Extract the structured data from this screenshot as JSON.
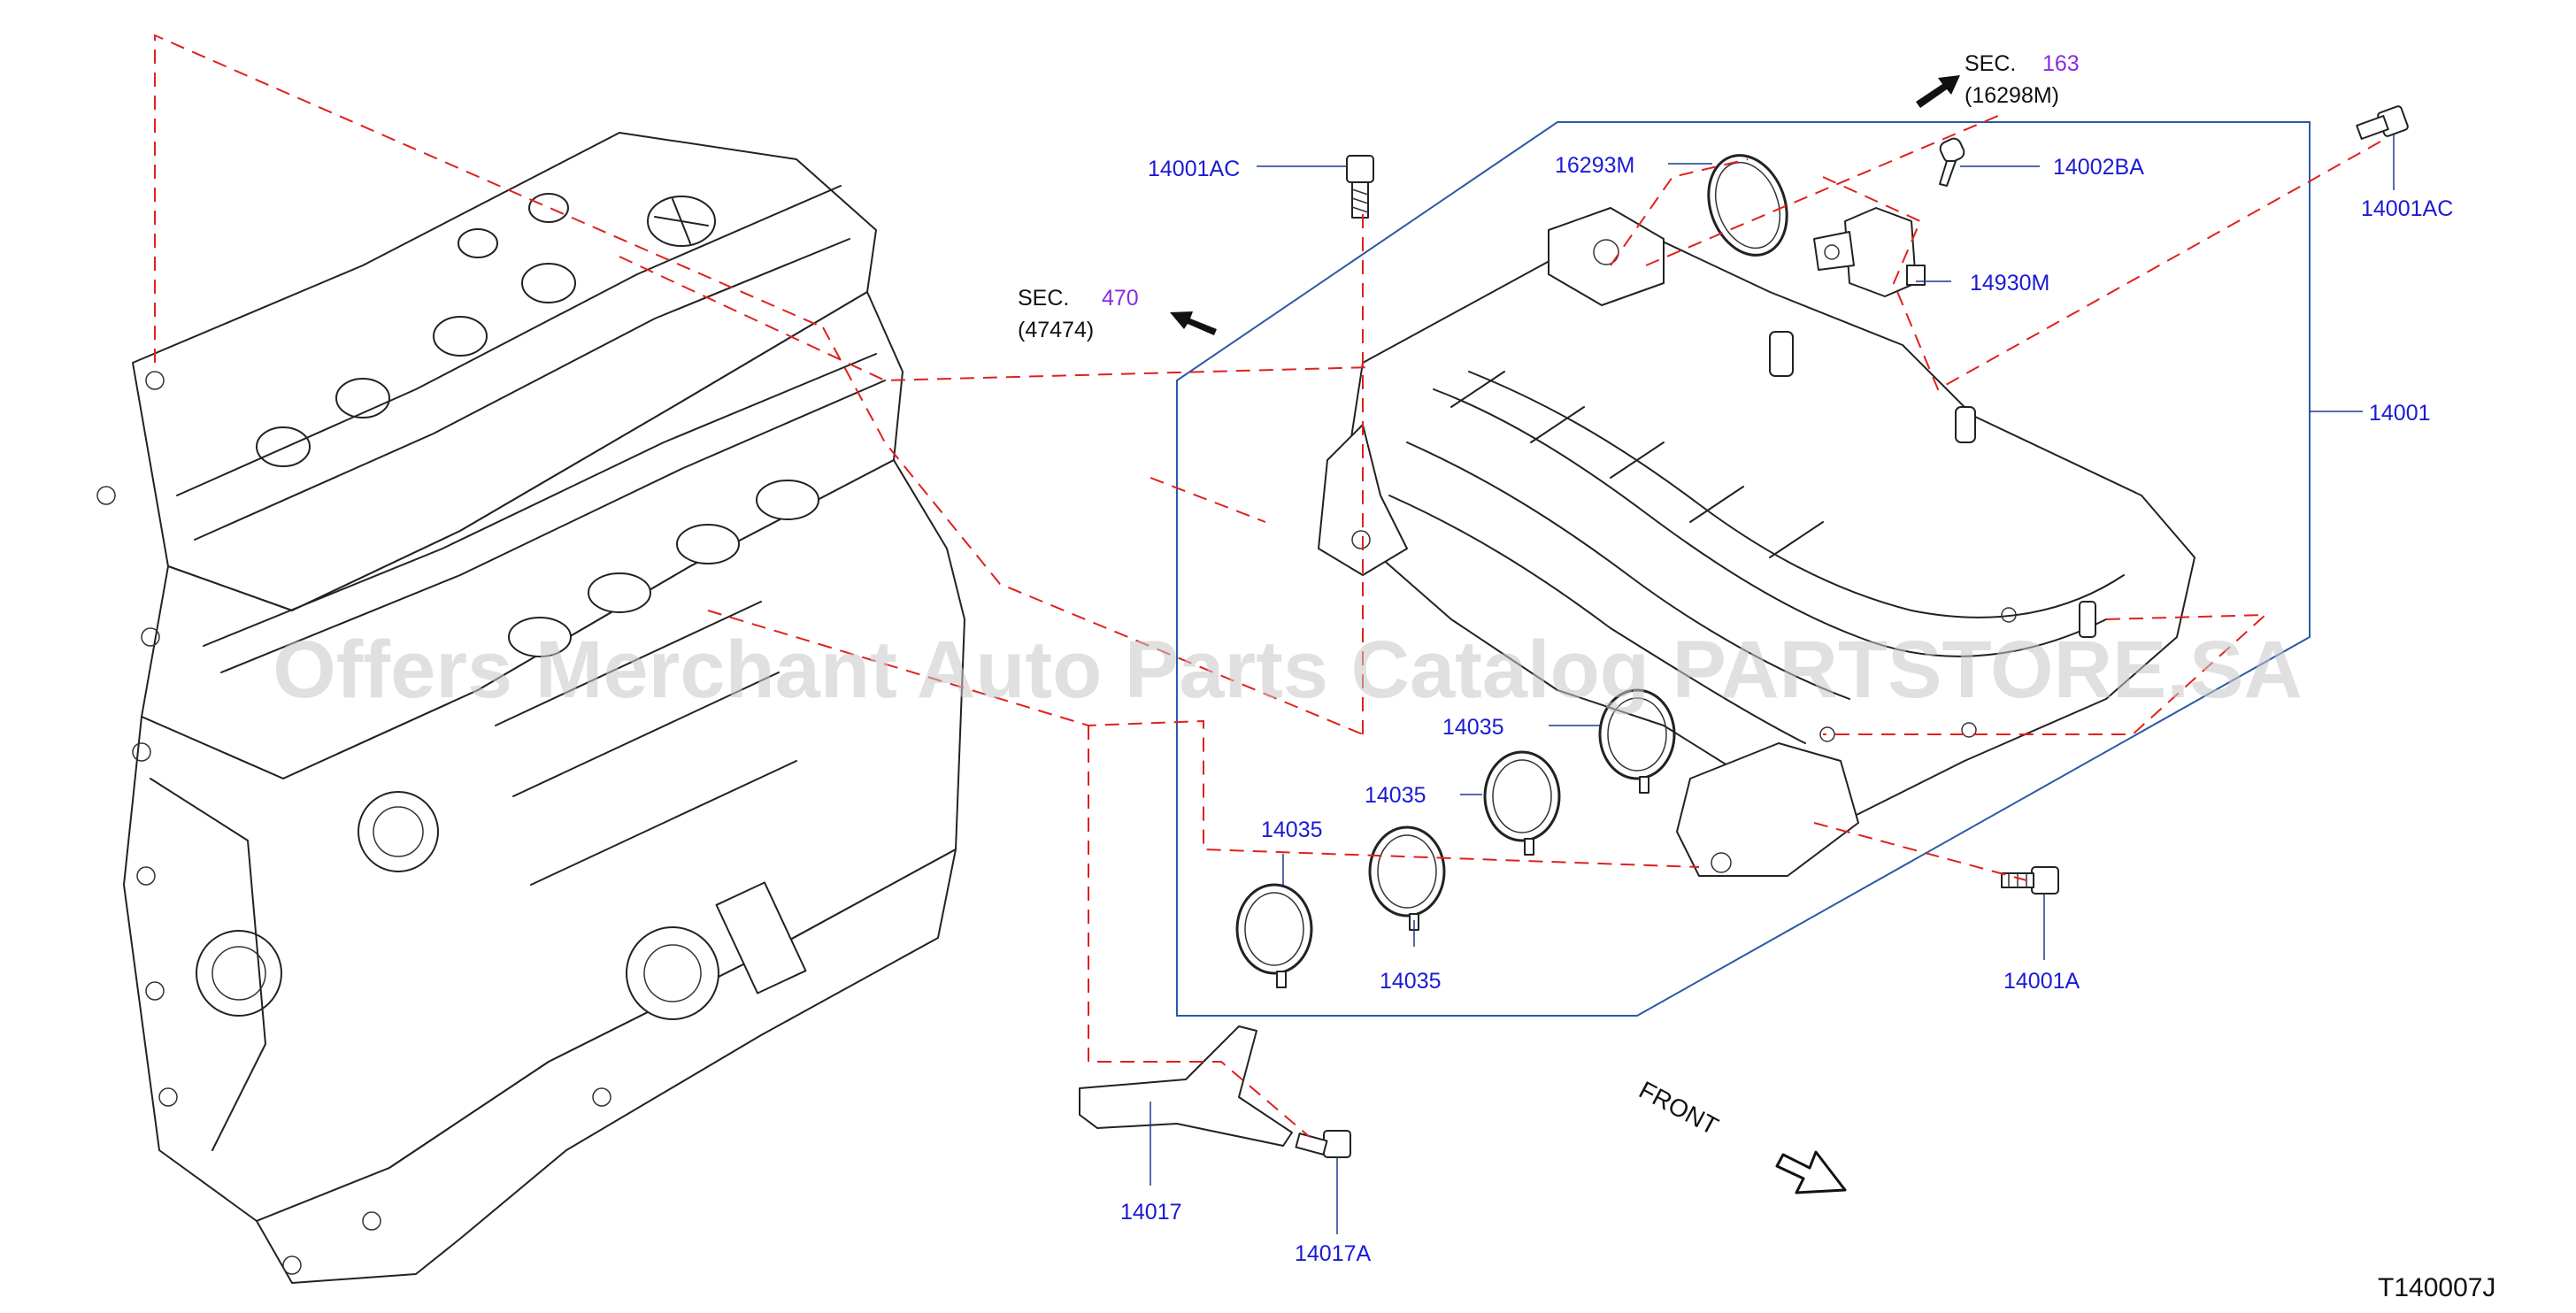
{
  "diagram": {
    "watermark": "Offers Merchant Auto Parts Catalog PARTSTORE.SA",
    "diagram_code": "T140007J",
    "front_label": "FRONT",
    "colors": {
      "part_number": "#1a1ad6",
      "section_number": "#8a2be2",
      "phantom_line": "#e0201e",
      "group_frame": "#2a5aa8"
    },
    "sections": [
      {
        "id": "sec-163",
        "prefix": "SEC.",
        "number": "163",
        "ref": "(16298M)"
      },
      {
        "id": "sec-470",
        "prefix": "SEC.",
        "number": "470",
        "ref": "(47474)"
      }
    ],
    "callouts": [
      {
        "id": "14001ac-left",
        "label": "14001AC"
      },
      {
        "id": "16293m",
        "label": "16293M"
      },
      {
        "id": "14002ba",
        "label": "14002BA"
      },
      {
        "id": "14001ac-right",
        "label": "14001AC"
      },
      {
        "id": "14930m",
        "label": "14930M"
      },
      {
        "id": "14001",
        "label": "14001"
      },
      {
        "id": "14035-a",
        "label": "14035"
      },
      {
        "id": "14035-b",
        "label": "14035"
      },
      {
        "id": "14035-c",
        "label": "14035"
      },
      {
        "id": "14035-d",
        "label": "14035"
      },
      {
        "id": "14001a",
        "label": "14001A"
      },
      {
        "id": "14017",
        "label": "14017"
      },
      {
        "id": "14017a",
        "label": "14017A"
      }
    ]
  }
}
